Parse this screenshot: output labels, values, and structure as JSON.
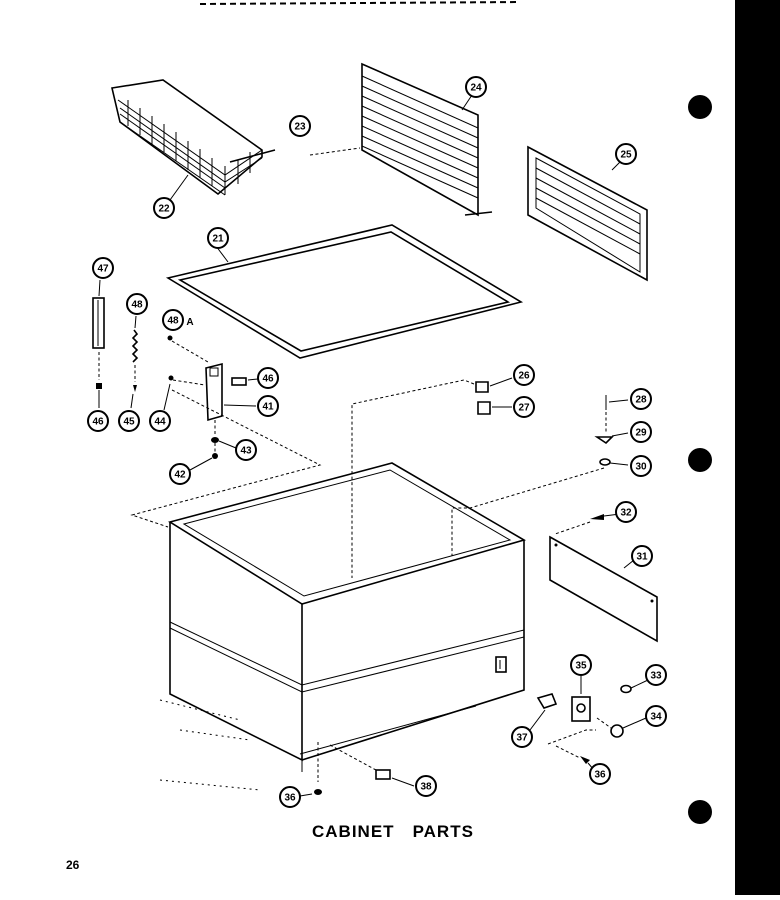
{
  "title": {
    "word1": "CABINET",
    "word2": "PARTS"
  },
  "page_number": "26",
  "callouts": {
    "c21": "21",
    "c22": "22",
    "c23": "23",
    "c24": "24",
    "c25": "25",
    "c26": "26",
    "c27": "27",
    "c28": "28",
    "c29": "29",
    "c30": "30",
    "c31": "31",
    "c32": "32",
    "c33": "33",
    "c34": "34",
    "c35": "35",
    "c36a": "36",
    "c36b": "36",
    "c37": "37",
    "c38": "38",
    "c41": "41",
    "c42": "42",
    "c43": "43",
    "c44": "44",
    "c45": "45",
    "c46a": "46",
    "c46b": "46",
    "c47": "47",
    "c48": "48",
    "c48a": "48",
    "c48a_suffix": "A"
  }
}
